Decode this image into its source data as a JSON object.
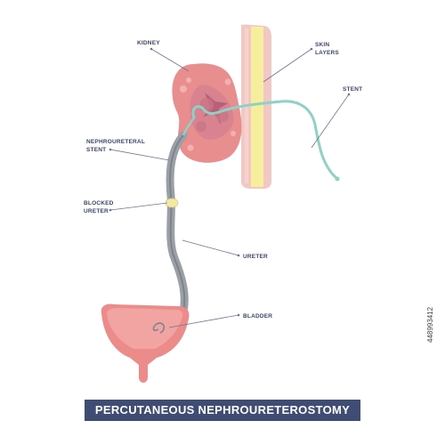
{
  "labels": {
    "kidney": "KIDNEY",
    "skin_line1": "SKIN",
    "skin_line2": "LAYERS",
    "stent": "STENT",
    "nephroureteral_line1": "NEPHROURETERAL",
    "nephroureteral_line2": "STENT",
    "blocked_line1": "BLOCKED",
    "blocked_line2": "URETER",
    "ureter": "URETER",
    "bladder": "BLADDER"
  },
  "title": "PERCUTANEOUS NEPHROURETEROSTOMY",
  "side_id": "448993412",
  "colors": {
    "kidney": "#e98e8e",
    "kidney_inner": "#c97686",
    "skin_outer": "#f2c8c4",
    "skin_inner": "#f6ee9c",
    "stent": "#8fd1c6",
    "ureter": "#9aa0a6",
    "bladder": "#eb8c8a",
    "banner": "#3f4c73"
  }
}
